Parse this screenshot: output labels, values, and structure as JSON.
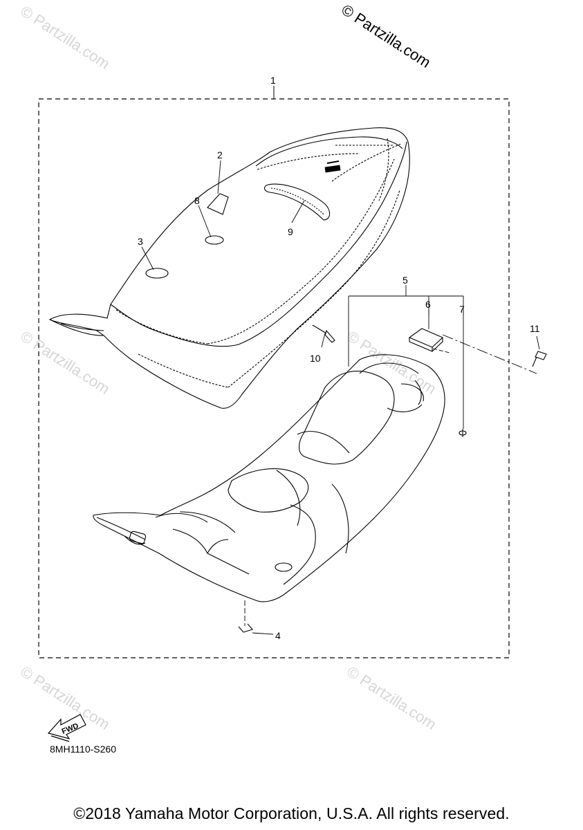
{
  "watermarks": {
    "main": "© Partzilla.com",
    "faint": "© Partzilla.com"
  },
  "callouts": {
    "c1": "1",
    "c2": "2",
    "c3": "3",
    "c4": "4",
    "c5": "5",
    "c6": "6",
    "c7": "7",
    "c8": "8",
    "c9": "9",
    "c10": "10",
    "c11": "11"
  },
  "fwd_label": "FWD",
  "diagram_code": "8MH1110-S260",
  "copyright": "©2018 Yamaha Motor Corporation, U.S.A. All rights reserved."
}
